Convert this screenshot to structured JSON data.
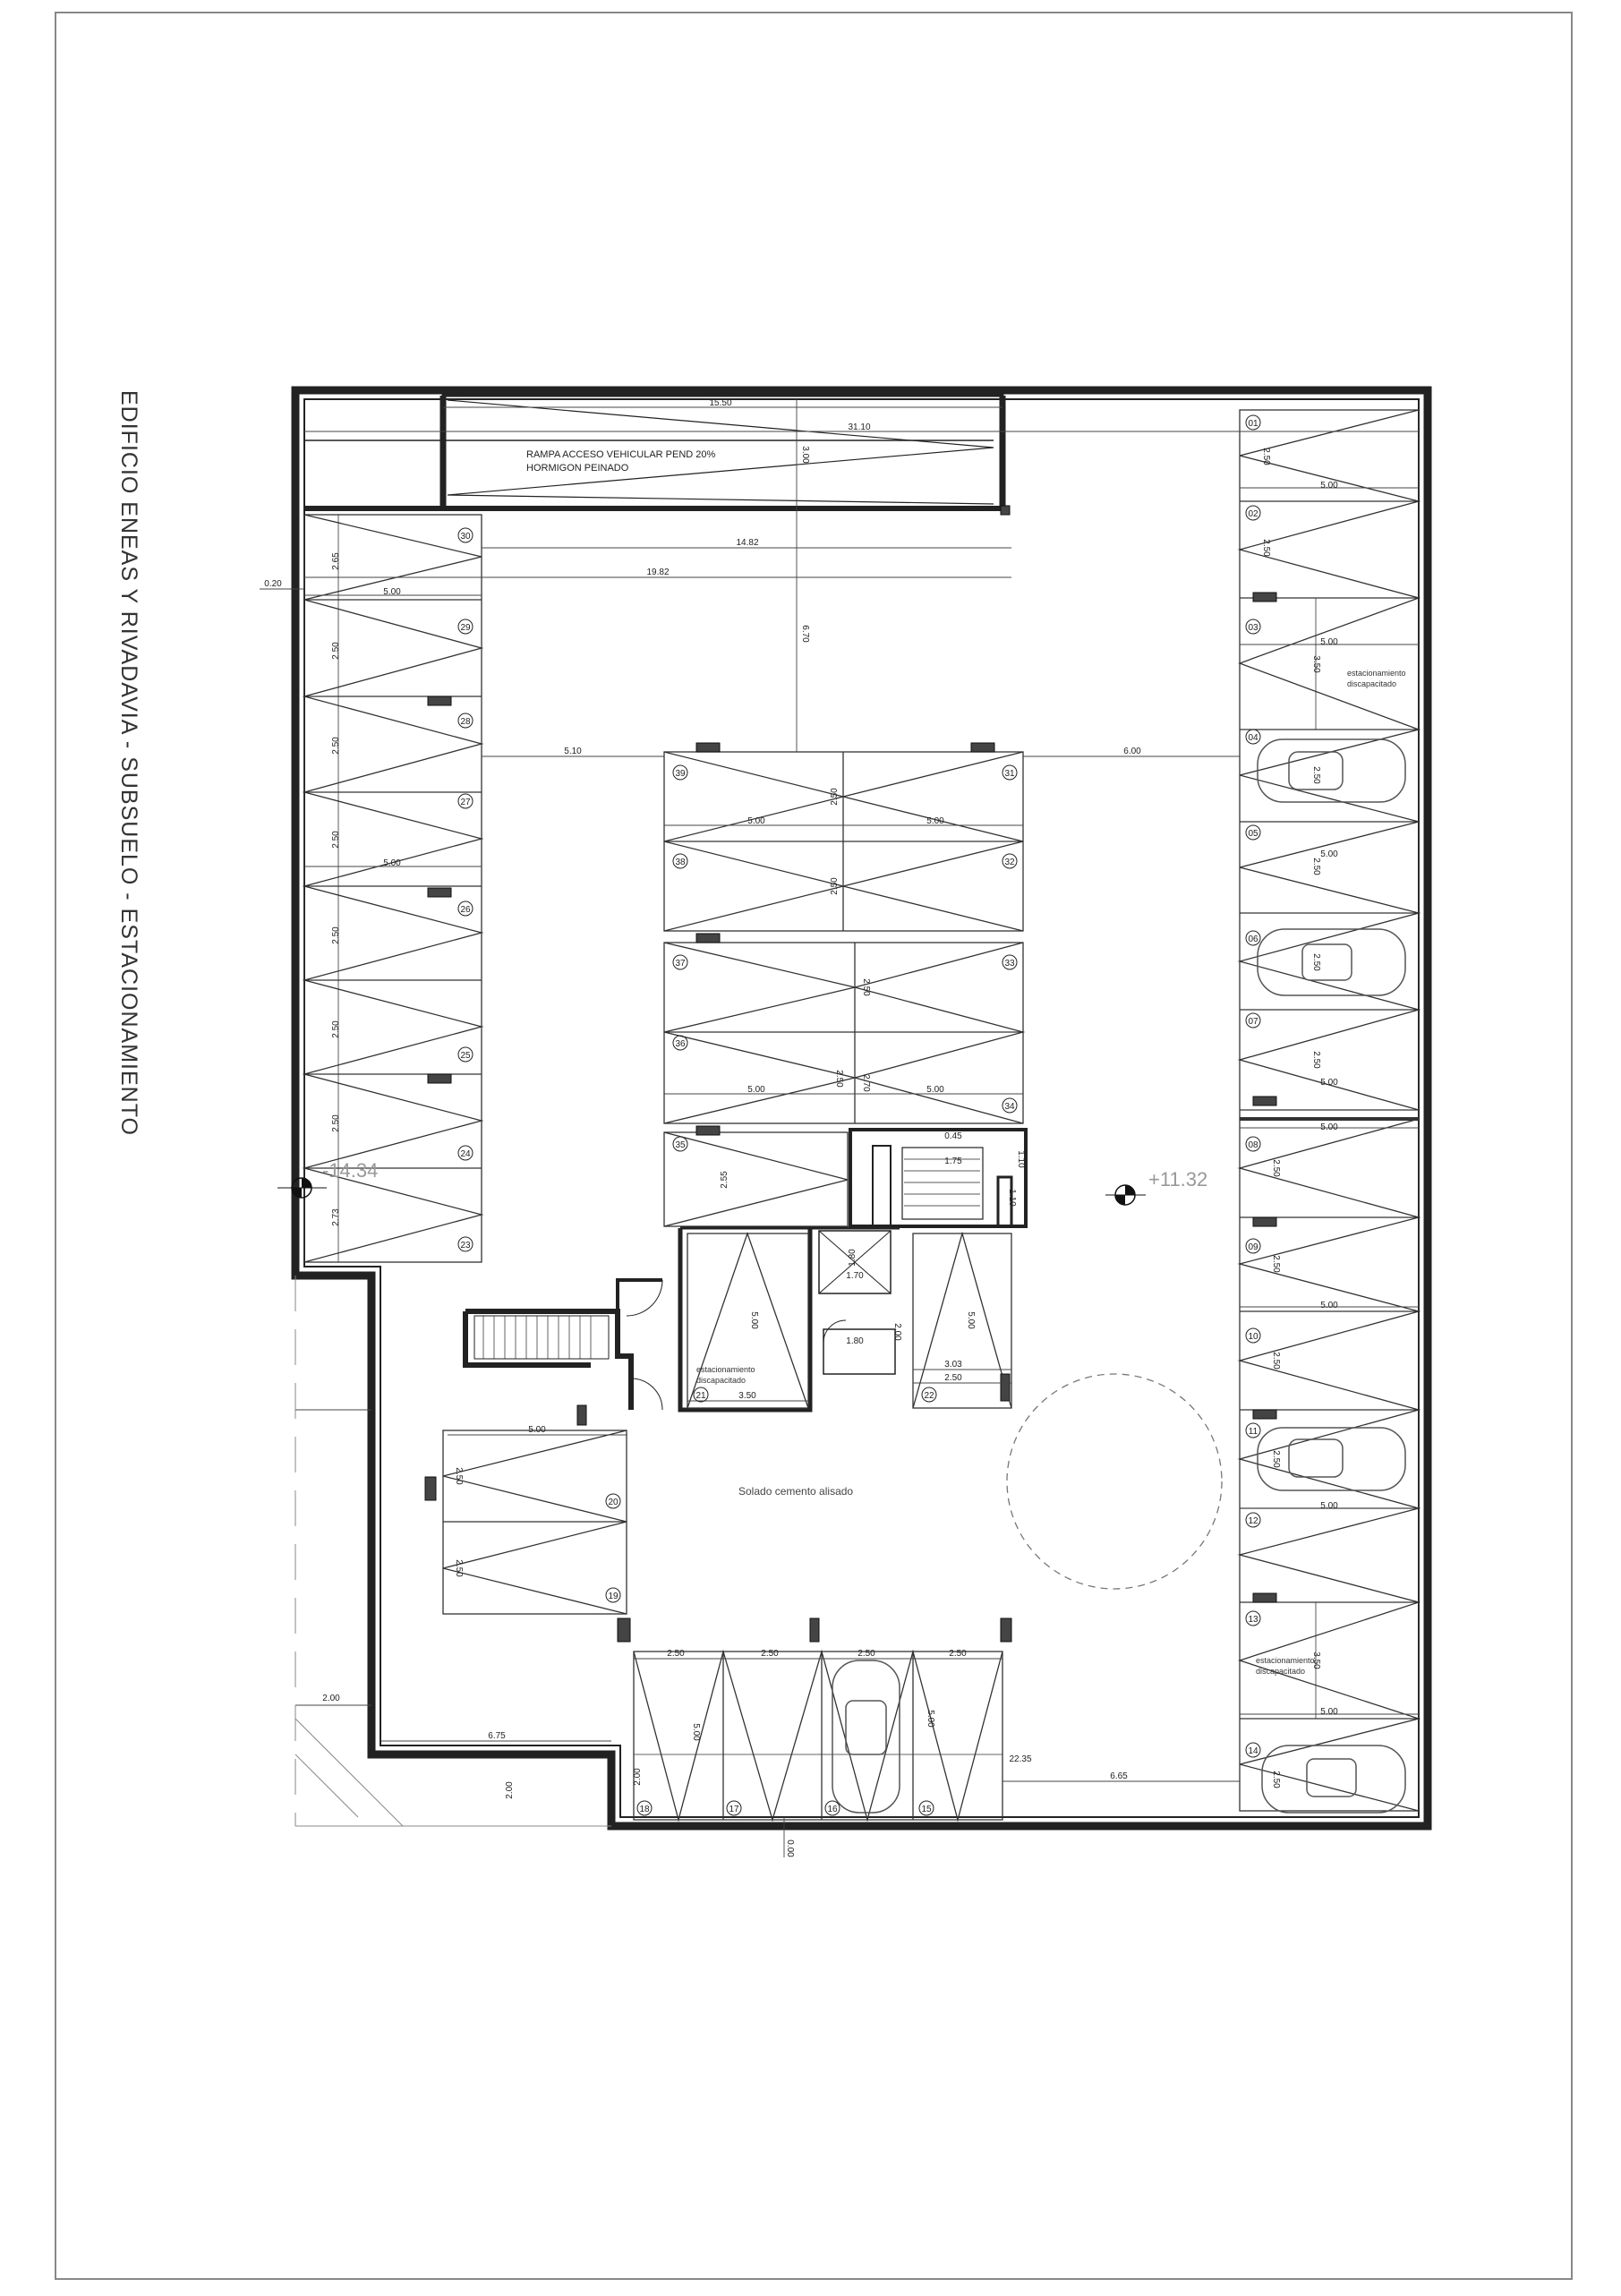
{
  "title": "EDIFICIO ENEAS Y RIVADAVIA  -  SUBSUELO - ESTACIONAMIENTO",
  "labels": {
    "ramp_line1": "RAMPA ACCESO VEHICULAR PEND 20%",
    "ramp_line2": "HORMIGON PEINADO",
    "floor": "Solado cemento alisado",
    "disabled_line1": "estacionamiento",
    "disabled_line2": "discapacitado",
    "level_left": "-14.34",
    "level_right": "+11.32"
  },
  "spaces": {
    "s01": "01",
    "s02": "02",
    "s03": "03",
    "s04": "04",
    "s05": "05",
    "s06": "06",
    "s07": "07",
    "s08": "08",
    "s09": "09",
    "s10": "10",
    "s11": "11",
    "s12": "12",
    "s13": "13",
    "s14": "14",
    "s15": "15",
    "s16": "16",
    "s17": "17",
    "s18": "18",
    "s19": "19",
    "s20": "20",
    "s21": "21",
    "s22": "22",
    "s23": "23",
    "s24": "24",
    "s25": "25",
    "s26": "26",
    "s27": "27",
    "s28": "28",
    "s29": "29",
    "s30": "30",
    "s31": "31",
    "s32": "32",
    "s33": "33",
    "s34": "34",
    "s35": "35",
    "s36": "36",
    "s37": "37",
    "s38": "38",
    "s39": "39"
  },
  "dims": {
    "d1550": "15.50",
    "d3110": "31.10",
    "d300": "3.00",
    "d1482": "14.82",
    "d1982": "19.82",
    "d020": "0.20",
    "d670": "6.70",
    "d510": "5.10",
    "d600": "6.00",
    "d500": "5.00",
    "d250": "2.50",
    "d265": "2.65",
    "d255": "2.55",
    "d273": "2.73",
    "d350": "3.50",
    "d270": "2.70",
    "d110": "1.10",
    "d175": "1.75",
    "d170": "1.70",
    "d180": "1.80",
    "d303": "3.03",
    "d200": "2.00",
    "d675": "6.75",
    "d2235": "22.35",
    "d665": "6.65",
    "d000": "0.00",
    "d045": "0.45"
  }
}
